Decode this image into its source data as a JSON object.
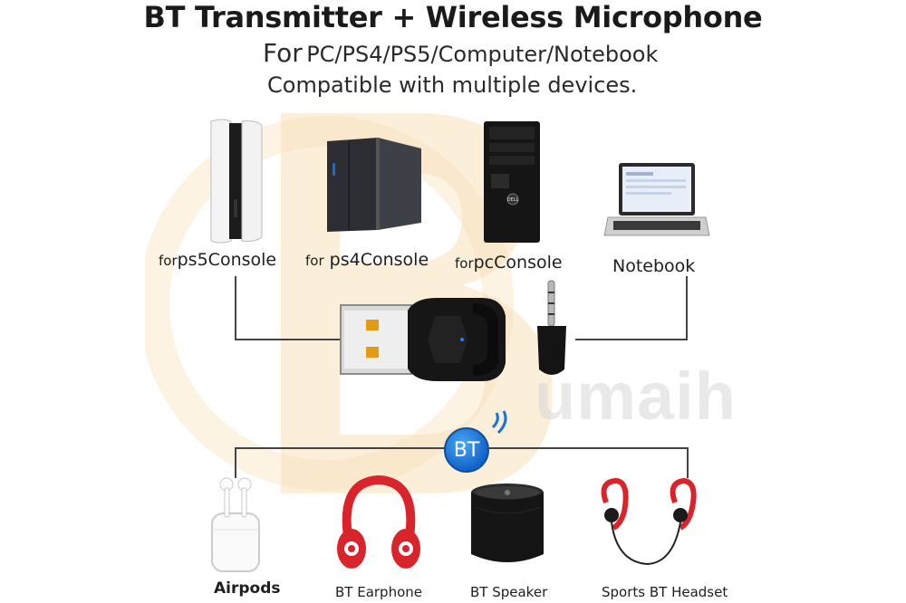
{
  "header": {
    "title": "BT Transmitter + Wireless Microphone",
    "for_word": "For",
    "platforms": "PC/PS4/PS5/Computer/Notebook",
    "compat": "Compatible with multiple devices."
  },
  "devices_top": {
    "ps5": {
      "prefix": "for",
      "name": "ps5Console"
    },
    "ps4": {
      "prefix": "for",
      "name": "ps4Console"
    },
    "pc": {
      "prefix": "for",
      "name": "pcConsole"
    },
    "notebook": {
      "name": "Notebook"
    }
  },
  "badge": "BT",
  "devices_bottom": [
    "Airpods",
    "BT Earphone",
    "BT Speaker",
    "Sports BT Headset"
  ],
  "watermark": "umaih",
  "colors": {
    "accent_blue": "#1a73d9",
    "watermark": "#f6d9a6",
    "earphone_red": "#d9242b"
  }
}
